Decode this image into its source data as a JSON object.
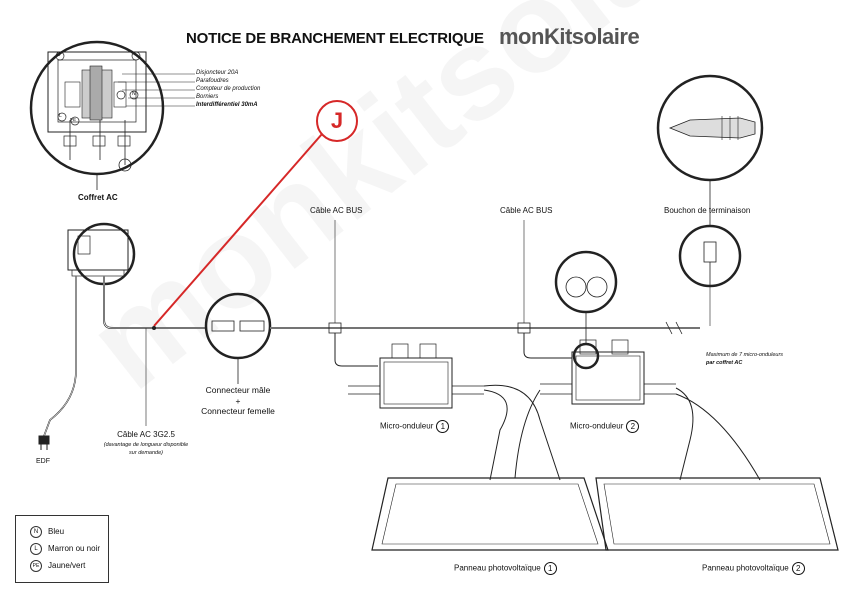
{
  "title": "NOTICE DE BRANCHEMENT ELECTRIQUE",
  "brand": "monKitsolaire",
  "watermark": "monkitsolaire",
  "badge_letter": "J",
  "coffret": {
    "label": "Coffret AC",
    "inset_markers": [
      "D",
      "L",
      "N",
      "PE"
    ],
    "legend": [
      "Disjoncteur 20A",
      "Parafoudres",
      "Compteur de production",
      "Borniers",
      "Interdifférentiel 30mA"
    ]
  },
  "labels": {
    "cable_bus_1": "Câble AC BUS",
    "cable_bus_2": "Câble AC BUS",
    "bouchon": "Bouchon de terminaison",
    "connecteur_male": "Connecteur mâle",
    "plus": "+",
    "connecteur_femelle": "Connecteur femelle",
    "cable_ac": "Câble AC 3G2.5",
    "cable_ac_note": "(davantage de longueur disponible sur demande)",
    "edf": "EDF",
    "micro_1": "Micro-onduleur",
    "micro_1_num": "1",
    "micro_2": "Micro-onduleur",
    "micro_2_num": "2",
    "max_note": "Maximum de 7 micro-onduleurs",
    "max_note_2": "par coffret AC",
    "panneau_1": "Panneau photovoltaïque",
    "panneau_1_num": "1",
    "panneau_2": "Panneau photovoltaïque",
    "panneau_2_num": "2"
  },
  "legend": [
    {
      "symbol": "N",
      "text": "Bleu"
    },
    {
      "symbol": "L",
      "text": "Marron ou noir"
    },
    {
      "symbol": "PE",
      "text": "Jaune/vert"
    }
  ],
  "colors": {
    "accent": "#d62828",
    "line": "#222222"
  }
}
